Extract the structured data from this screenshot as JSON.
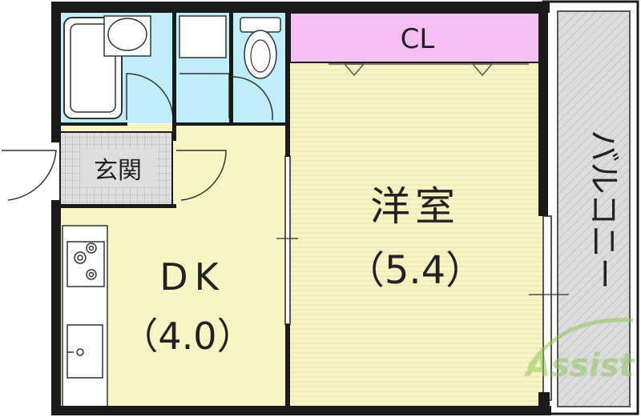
{
  "rooms": {
    "closet": {
      "name": "CL"
    },
    "entrance": {
      "name": "玄関"
    },
    "western_room": {
      "name": "洋室",
      "size": "（5.4）"
    },
    "dk": {
      "name": "DK",
      "size": "（4.0）"
    },
    "balcony": {
      "name": "バルコニー"
    }
  },
  "watermark": {
    "text": "Assist"
  },
  "colors": {
    "wall": "#1a1a1a",
    "wet_area": "#bfeefa",
    "closet": "#f6bff2",
    "western_room": "#f8f4c6",
    "dk": "#f8f5c4",
    "entrance": "#d9d9d9",
    "balcony": "#d6d6d6",
    "watermark": "#8fc85a"
  }
}
